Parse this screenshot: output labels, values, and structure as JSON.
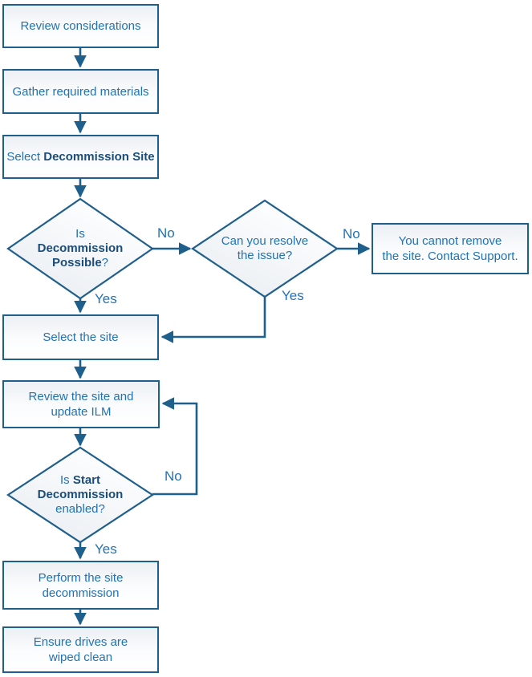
{
  "diagram": {
    "type": "flowchart",
    "colors": {
      "line": "#1F5F8C",
      "node_border": "#1F5F8C",
      "text": "#2272B4",
      "bold_text": "#1B4D7A",
      "fill_top": "#ECF0F4",
      "fill_bottom": "#FFFFFF",
      "background": "#FFFFFF"
    },
    "nodes": {
      "review_considerations": {
        "label": "Review considerations"
      },
      "gather_required_materials": {
        "label": "Gather required materials"
      },
      "select_decommission_site": {
        "prefix": "Select ",
        "bold": "Decommission Site"
      },
      "is_decommission_possible": {
        "line1": "Is",
        "line2_bold": "Decommission",
        "line3_bold": "Possible",
        "line3_suffix": "?"
      },
      "can_you_resolve_issue": {
        "line1": "Can you resolve",
        "line2": "the issue?"
      },
      "cannot_remove_site": {
        "line1": "You cannot remove",
        "line2": "the site. Contact Support."
      },
      "select_the_site": {
        "label": "Select the site"
      },
      "review_site_update_ilm": {
        "line1": "Review the site and",
        "line2": "update ILM"
      },
      "is_start_decommission_enabled": {
        "line1_prefix": "Is ",
        "line1_bold": "Start",
        "line2_bold": "Decommission",
        "line3": "enabled?"
      },
      "perform_site_decommission": {
        "line1": "Perform the site",
        "line2": "decommission"
      },
      "ensure_drives_wiped": {
        "line1": "Ensure drives are",
        "line2": "wiped clean"
      }
    },
    "edge_labels": {
      "decommission_possible_no": "No",
      "decommission_possible_yes": "Yes",
      "resolve_issue_no": "No",
      "resolve_issue_yes": "Yes",
      "start_decommission_no": "No",
      "start_decommission_yes": "Yes"
    }
  }
}
